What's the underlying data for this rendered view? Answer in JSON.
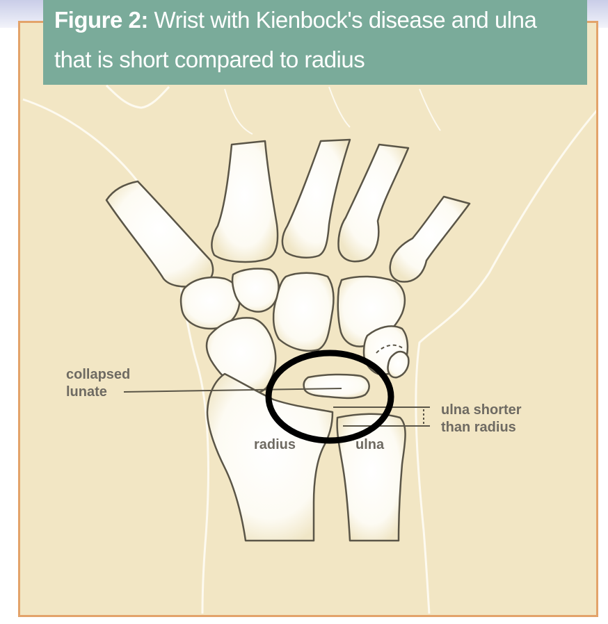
{
  "figure": {
    "label": "Figure 2:",
    "caption": "Wrist with Kienbock's disease and ulna that is short compared to radius"
  },
  "labels": {
    "collapsed_lunate_line1": "collapsed",
    "collapsed_lunate_line2": "lunate",
    "radius": "radius",
    "ulna": "ulna",
    "ulna_shorter_line1": "ulna shorter",
    "ulna_shorter_line2": "than radius"
  },
  "colors": {
    "background": "#f2e6c4",
    "frame_border": "#e3a36a",
    "bone_fill": "#ffffff",
    "outline": "#5a5547",
    "caption_bar": "#7aab9a",
    "highlight_circle": "#000000"
  }
}
